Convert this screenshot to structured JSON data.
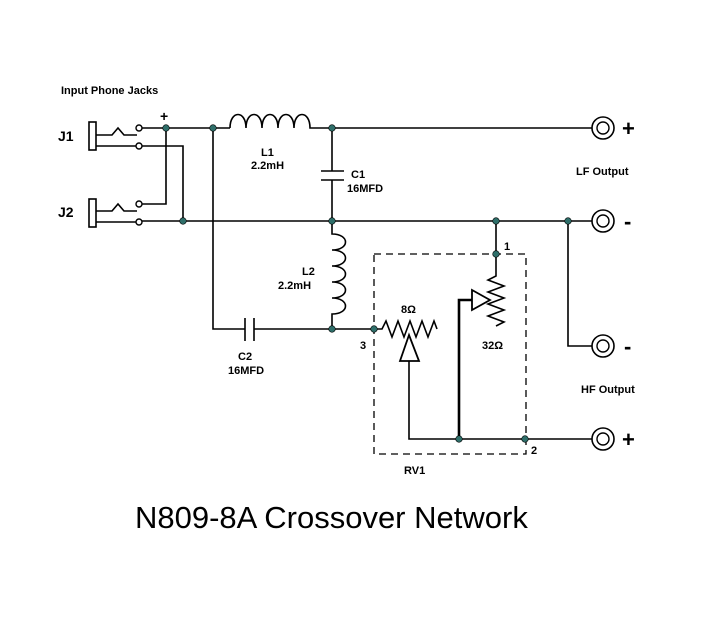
{
  "diagram": {
    "title": "N809-8A Crossover Network",
    "input_label": "Input Phone Jacks",
    "jacks": [
      "J1",
      "J2"
    ],
    "input_plus": "+",
    "components": {
      "l1": {
        "name": "L1",
        "value": "2.2mH"
      },
      "c1": {
        "name": "C1",
        "value": "16MFD"
      },
      "l2": {
        "name": "L2",
        "value": "2.2mH"
      },
      "c2": {
        "name": "C2",
        "value": "16MFD"
      },
      "rv1": {
        "name": "RV1",
        "pot_a": "8Ω",
        "pot_b": "32Ω",
        "pins": [
          "1",
          "2",
          "3"
        ]
      }
    },
    "outputs": {
      "lf_label": "LF Output",
      "hf_label": "HF Output",
      "signs": [
        "+",
        "-",
        "-",
        "+"
      ]
    }
  }
}
